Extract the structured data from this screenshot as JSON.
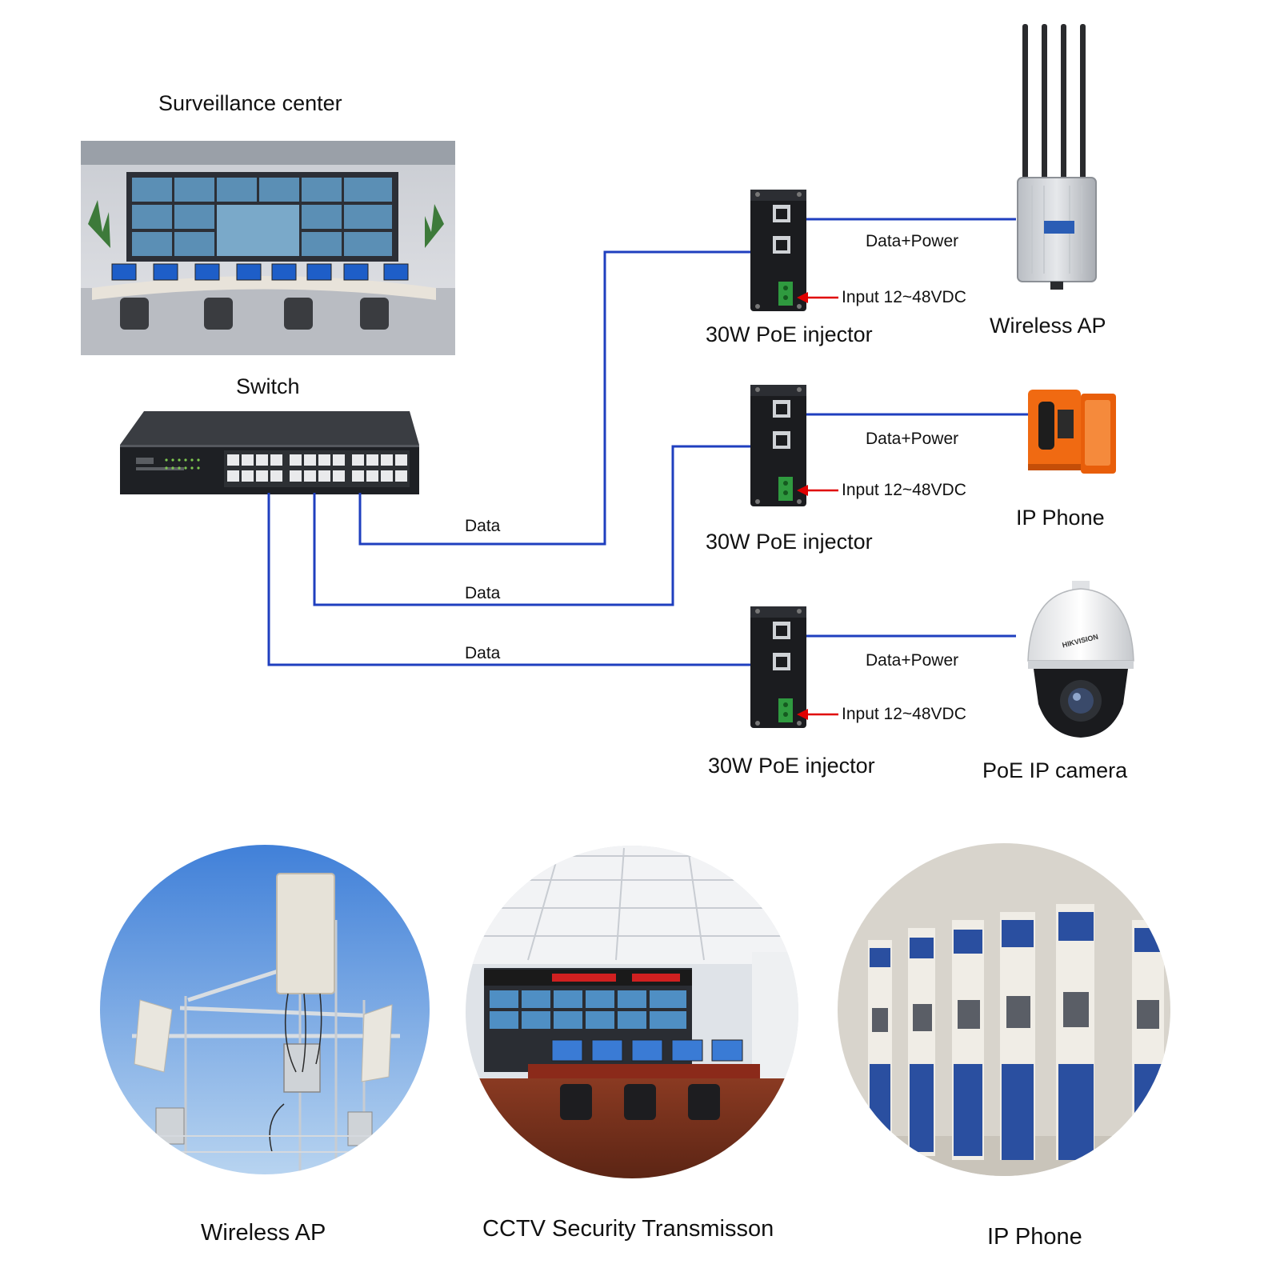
{
  "diagram": {
    "surveillance_title": "Surveillance center",
    "switch_title": "Switch",
    "data_labels": [
      "Data",
      "Data",
      "Data"
    ],
    "injectors": [
      {
        "label": "30W PoE injector",
        "link_label": "Data+Power",
        "input_label": "Input 12~48VDC",
        "device": "Wireless AP",
        "device_icon": "wireless-ap-icon"
      },
      {
        "label": "30W PoE injector",
        "link_label": "Data+Power",
        "input_label": "Input 12~48VDC",
        "device": "IP Phone",
        "device_icon": "ip-phone-icon"
      },
      {
        "label": "30W PoE injector",
        "link_label": "Data+Power",
        "input_label": "Input 12~48VDC",
        "device": "PoE IP camera",
        "device_icon": "dome-camera-icon",
        "device_brand": "HIKVISION"
      }
    ],
    "line_color": "#1f3fbf",
    "arrow_color": "#e00000"
  },
  "applications": [
    {
      "caption": "Wireless AP",
      "icon": "antenna-tower-photo"
    },
    {
      "caption": "CCTV Security Transmisson",
      "icon": "control-room-photo"
    },
    {
      "caption": "IP  Phone",
      "icon": "phone-booths-photo"
    }
  ]
}
